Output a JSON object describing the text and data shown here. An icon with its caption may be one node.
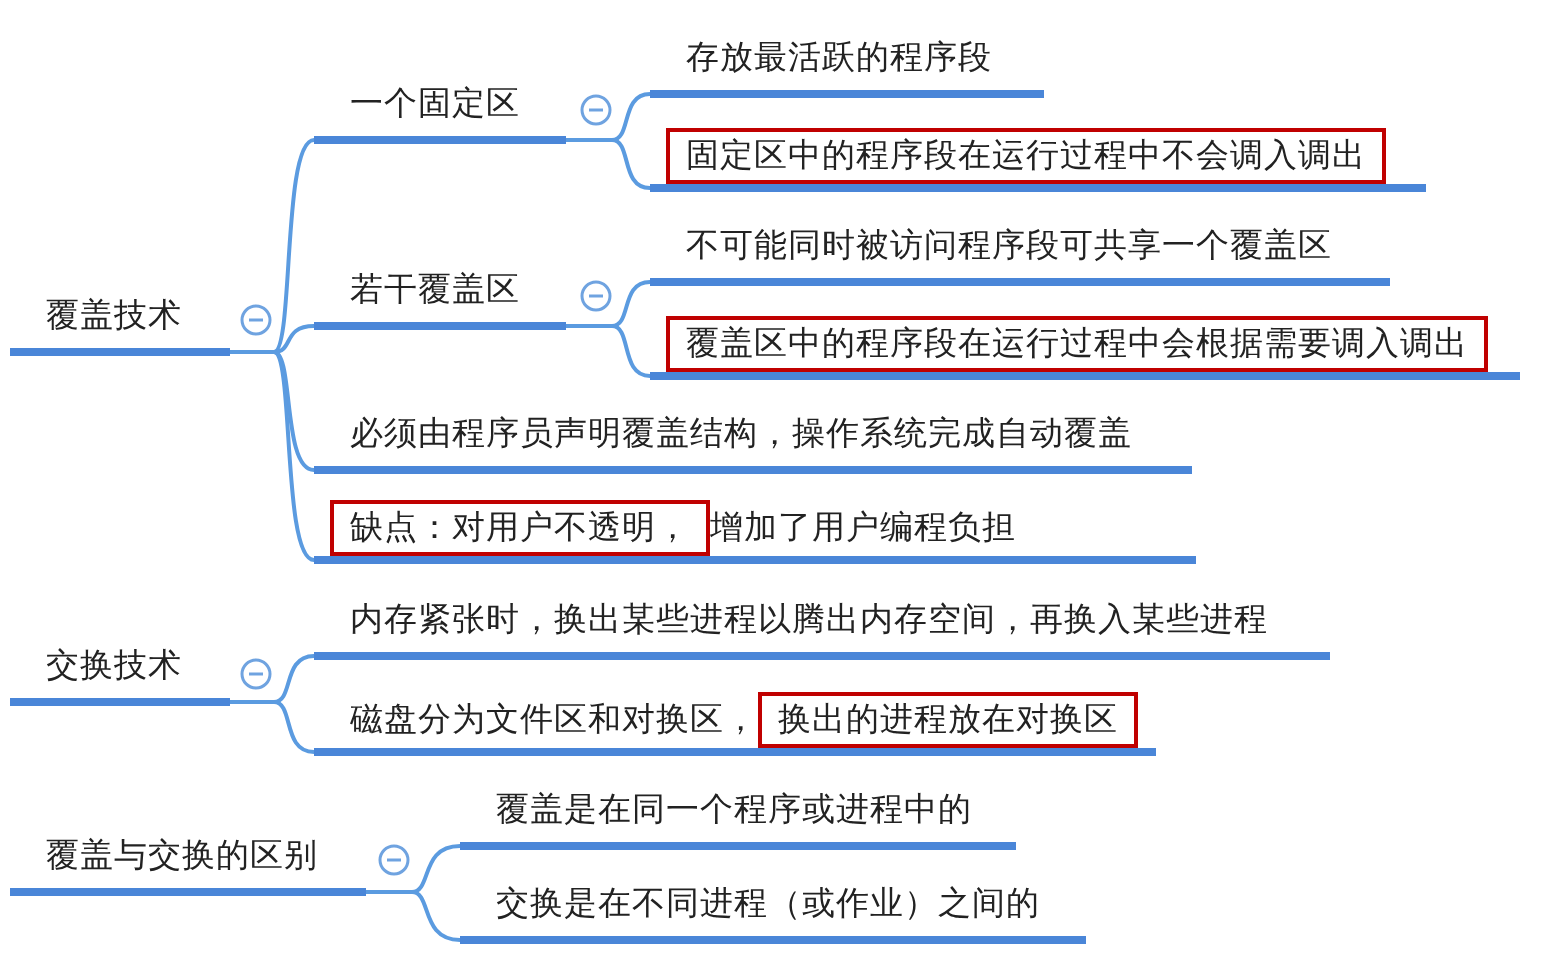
{
  "diagram": {
    "nodes": [
      {
        "text": [
          "覆盖技术"
        ]
      },
      {
        "text": [
          "一个固定区"
        ]
      },
      {
        "text": [
          "存放最活跃的程序段"
        ]
      },
      {
        "text": [
          "固定区中的程序段在运行过程中不会调入调出"
        ]
      },
      {
        "text": [
          "若干覆盖区"
        ]
      },
      {
        "text": [
          "不可能同时被访问程序段可共享一个覆盖区"
        ]
      },
      {
        "text": [
          "覆盖区中的程序段在运行过程中会根据需要调入调出"
        ]
      },
      {
        "text": [
          "必须由程序员声明覆盖结构，操作系统完成自动覆盖"
        ]
      },
      {
        "text": [
          "缺点：对用户不透明，",
          "增加了用户编程负担"
        ]
      },
      {
        "text": [
          "交换技术"
        ]
      },
      {
        "text": [
          "内存紧张时，换出某些进程以腾出内存空间，再换入某些进程"
        ]
      },
      {
        "text": [
          "磁盘分为文件区和对换区，",
          "换出的进程放在对换区"
        ]
      },
      {
        "text": [
          "覆盖与交换的区别"
        ]
      },
      {
        "text": [
          "覆盖是在同一个程序或进程中的"
        ]
      },
      {
        "text": [
          "交换是在不同进程（或作业）之间的"
        ]
      }
    ],
    "edges": [
      {
        "from": 0,
        "to": 1,
        "arrow": "none"
      },
      {
        "from": 0,
        "to": 4,
        "arrow": "none"
      },
      {
        "from": 0,
        "to": 7,
        "arrow": "none"
      },
      {
        "from": 0,
        "to": 8,
        "arrow": "none"
      },
      {
        "from": 1,
        "to": 2,
        "arrow": "none"
      },
      {
        "from": 1,
        "to": 3,
        "arrow": "none"
      },
      {
        "from": 4,
        "to": 5,
        "arrow": "none"
      },
      {
        "from": 4,
        "to": 6,
        "arrow": "none"
      },
      {
        "from": 9,
        "to": 10,
        "arrow": "none"
      },
      {
        "from": 9,
        "to": 11,
        "arrow": "none"
      },
      {
        "from": 12,
        "to": 13,
        "arrow": "none"
      },
      {
        "from": 12,
        "to": 14,
        "arrow": "none"
      }
    ]
  }
}
